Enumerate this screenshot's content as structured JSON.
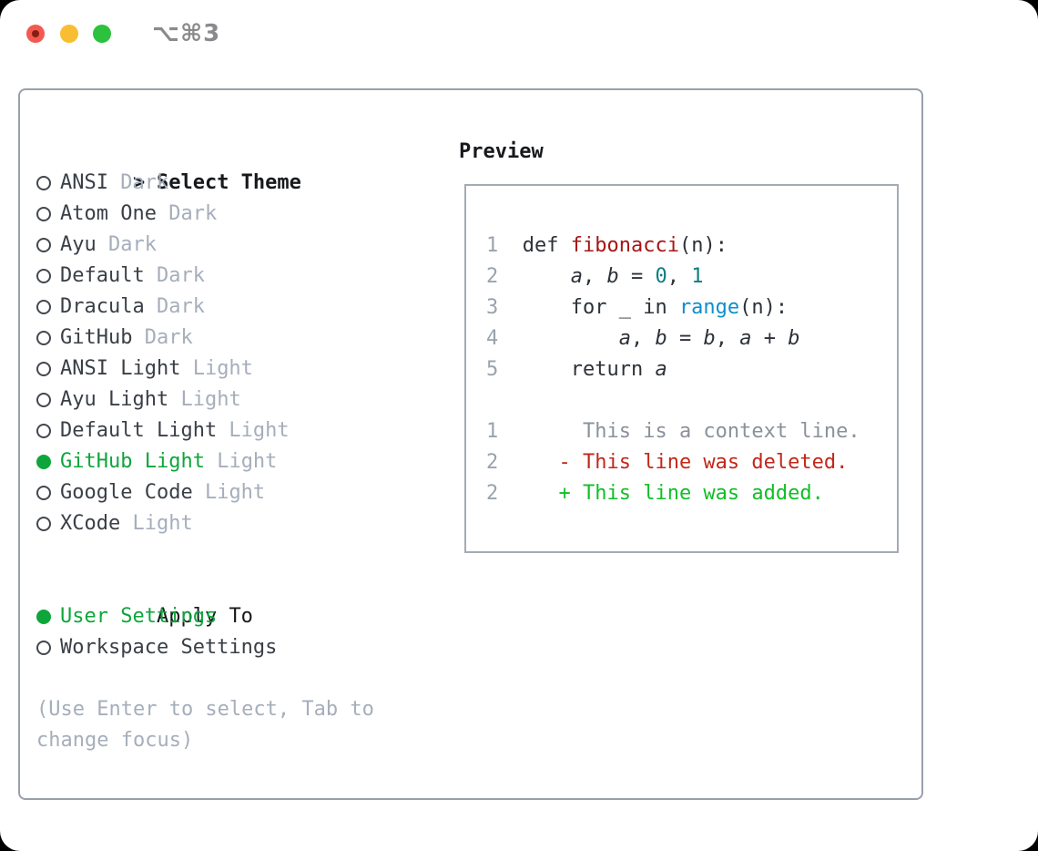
{
  "titlebar": {
    "title": "⌥⌘3",
    "buttons": [
      "close",
      "minimize",
      "zoom"
    ]
  },
  "theme_picker": {
    "prompt": ">",
    "header": "Select Theme",
    "items": [
      {
        "name": "ANSI",
        "tag": "Dark",
        "selected": false
      },
      {
        "name": "Atom One",
        "tag": "Dark",
        "selected": false
      },
      {
        "name": "Ayu",
        "tag": "Dark",
        "selected": false
      },
      {
        "name": "Default",
        "tag": "Dark",
        "selected": false
      },
      {
        "name": "Dracula",
        "tag": "Dark",
        "selected": false
      },
      {
        "name": "GitHub",
        "tag": "Dark",
        "selected": false
      },
      {
        "name": "ANSI Light",
        "tag": "Light",
        "selected": false
      },
      {
        "name": "Ayu Light",
        "tag": "Light",
        "selected": false
      },
      {
        "name": "Default Light",
        "tag": "Light",
        "selected": false
      },
      {
        "name": "GitHub Light",
        "tag": "Light",
        "selected": true
      },
      {
        "name": "Google Code",
        "tag": "Light",
        "selected": false
      },
      {
        "name": "XCode",
        "tag": "Light",
        "selected": false
      }
    ]
  },
  "apply_to": {
    "header": "Apply To",
    "options": [
      {
        "name": "User Settings",
        "selected": true
      },
      {
        "name": "Workspace Settings",
        "selected": false
      }
    ]
  },
  "footer_hint": "(Use Enter to select, Tab to change focus)",
  "preview": {
    "title": "Preview",
    "code_lines": [
      {
        "num": "1",
        "tokens": [
          {
            "text": "def ",
            "cls": "plain"
          },
          {
            "text": "fibonacci",
            "cls": "func"
          },
          {
            "text": "(n):",
            "cls": "plain"
          }
        ]
      },
      {
        "num": "2",
        "tokens": [
          {
            "text": "    ",
            "cls": "plain"
          },
          {
            "text": "a",
            "cls": "var"
          },
          {
            "text": ", ",
            "cls": "plain"
          },
          {
            "text": "b",
            "cls": "var"
          },
          {
            "text": " = ",
            "cls": "plain"
          },
          {
            "text": "0",
            "cls": "num"
          },
          {
            "text": ", ",
            "cls": "plain"
          },
          {
            "text": "1",
            "cls": "num"
          }
        ]
      },
      {
        "num": "3",
        "tokens": [
          {
            "text": "    for _ in ",
            "cls": "plain"
          },
          {
            "text": "range",
            "cls": "call"
          },
          {
            "text": "(n):",
            "cls": "plain"
          }
        ]
      },
      {
        "num": "4",
        "tokens": [
          {
            "text": "        ",
            "cls": "plain"
          },
          {
            "text": "a",
            "cls": "var"
          },
          {
            "text": ", ",
            "cls": "plain"
          },
          {
            "text": "b",
            "cls": "var"
          },
          {
            "text": " = ",
            "cls": "plain"
          },
          {
            "text": "b",
            "cls": "var"
          },
          {
            "text": ", ",
            "cls": "plain"
          },
          {
            "text": "a",
            "cls": "var"
          },
          {
            "text": " + ",
            "cls": "plain"
          },
          {
            "text": "b",
            "cls": "var"
          }
        ]
      },
      {
        "num": "5",
        "tokens": [
          {
            "text": "    return ",
            "cls": "plain"
          },
          {
            "text": "a",
            "cls": "var"
          }
        ]
      }
    ],
    "diff_lines": [
      {
        "num": "1",
        "marker": " ",
        "text": "This is a context line.",
        "kind": "context"
      },
      {
        "num": "2",
        "marker": "-",
        "text": "This line was deleted.",
        "kind": "deleted"
      },
      {
        "num": "2",
        "marker": "+",
        "text": "This line was added.",
        "kind": "added"
      }
    ]
  },
  "colors": {
    "accent-green": "#0ea63b",
    "diff-added": "#10bf26",
    "diff-deleted": "#c2271a",
    "diff-context": "#8a919b",
    "syntax-func": "#a51616",
    "syntax-literal": "#0b7d82",
    "syntax-call": "#0d8fcc",
    "code-plain": "#2d3238",
    "line-num": "#9aa2ae",
    "heading": "#17191c",
    "item-text": "#3a3f46",
    "muted": "#a6aebb",
    "panel-border": "#98a0ab",
    "preview-border": "#a5abb5",
    "radio-stroke": "#42474e",
    "title-gray": "#8a8a8e",
    "traffic-red": "#f25a51",
    "traffic-red-dot": "#871d12",
    "traffic-yellow": "#f9bd32",
    "traffic-green": "#2cc23e"
  }
}
